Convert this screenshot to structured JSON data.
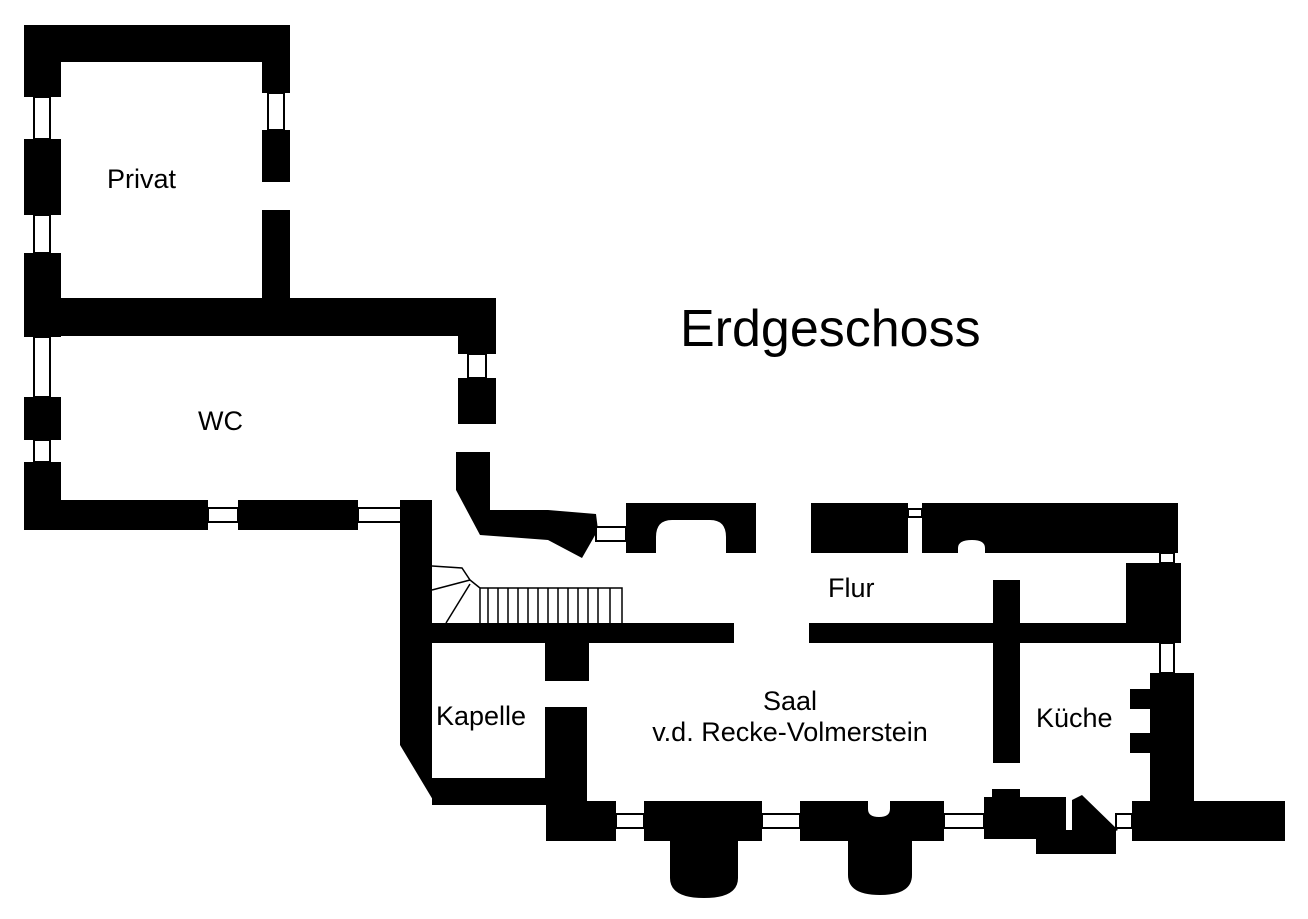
{
  "plan": {
    "title": "Erdgeschoss",
    "rooms": {
      "privat": "Privat",
      "wc": "WC",
      "flur": "Flur",
      "kapelle": "Kapelle",
      "saal_line1": "Saal",
      "saal_line2": "v.d. Recke-Volmerstein",
      "kueche": "Küche"
    },
    "colors": {
      "wall": "#000000",
      "background": "#ffffff"
    }
  }
}
